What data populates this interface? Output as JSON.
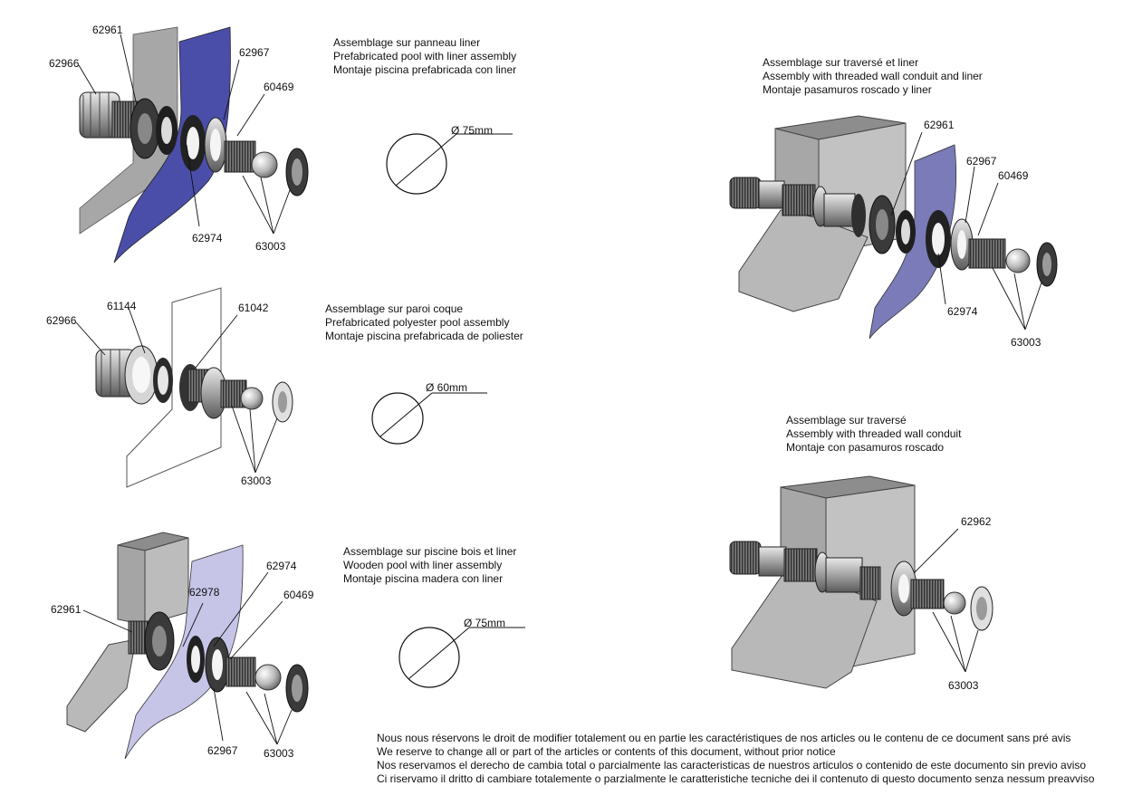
{
  "colors": {
    "liner_blue": "#4a4ea8",
    "liner_light": "#c6c5e8",
    "liner_mid": "#7a7bb8",
    "concrete_grey": "#b5b5b5",
    "panel_grey": "#a9a9a9",
    "metal": "#8a8a8a",
    "dark": "#2a2a2a"
  },
  "assemblies": [
    {
      "id": "liner_panel",
      "captions": [
        "Assemblage sur panneau liner",
        "Prefabricated pool with liner assembly",
        "Montaje piscina prefabricada con liner"
      ],
      "diameter": "Ø 75mm",
      "parts": [
        "62961",
        "62966",
        "62967",
        "60469",
        "62974",
        "63003"
      ]
    },
    {
      "id": "polyester_shell",
      "captions": [
        "Assemblage sur paroi coque",
        "Prefabricated polyester pool assembly",
        "Montaje piscina prefabricada de poliester"
      ],
      "diameter": "Ø 60mm",
      "parts": [
        "62966",
        "61144",
        "61042",
        "63003"
      ]
    },
    {
      "id": "wooden_liner",
      "captions": [
        "Assemblage sur piscine bois et liner",
        "Wooden pool with liner assembly",
        "Montaje piscina madera con liner"
      ],
      "diameter": "Ø 75mm",
      "parts": [
        "62974",
        "62978",
        "62961",
        "60469",
        "62967",
        "63003"
      ]
    },
    {
      "id": "wall_conduit_liner",
      "captions": [
        "Assemblage sur traversé et liner",
        "Assembly with threaded wall conduit and liner",
        "Montaje pasamuros roscado y liner"
      ],
      "parts": [
        "62961",
        "62967",
        "60469",
        "62974",
        "63003"
      ]
    },
    {
      "id": "wall_conduit",
      "captions": [
        "Assemblage sur traversé",
        "Assembly with threaded wall conduit",
        "Montaje con pasamuros roscado"
      ],
      "parts": [
        "62962",
        "63003"
      ]
    }
  ],
  "notice": [
    "Nous nous réservons le droit de modifier totalement ou en partie les caractéristiques de nos articles ou le contenu de ce document sans pré avis",
    "We reserve to change all or part of the articles or contents of this document, without prior notice",
    "Nos reservamos el derecho de cambia total o parcialmente las caracteristicas de nuestros articulos o contenido de este documento sin previo aviso",
    "Ci riservamo il dritto di cambiare totalemente o parzialmente le caratteristiche tecniche dei il contenuto di questo documento senza nessum preavviso"
  ]
}
